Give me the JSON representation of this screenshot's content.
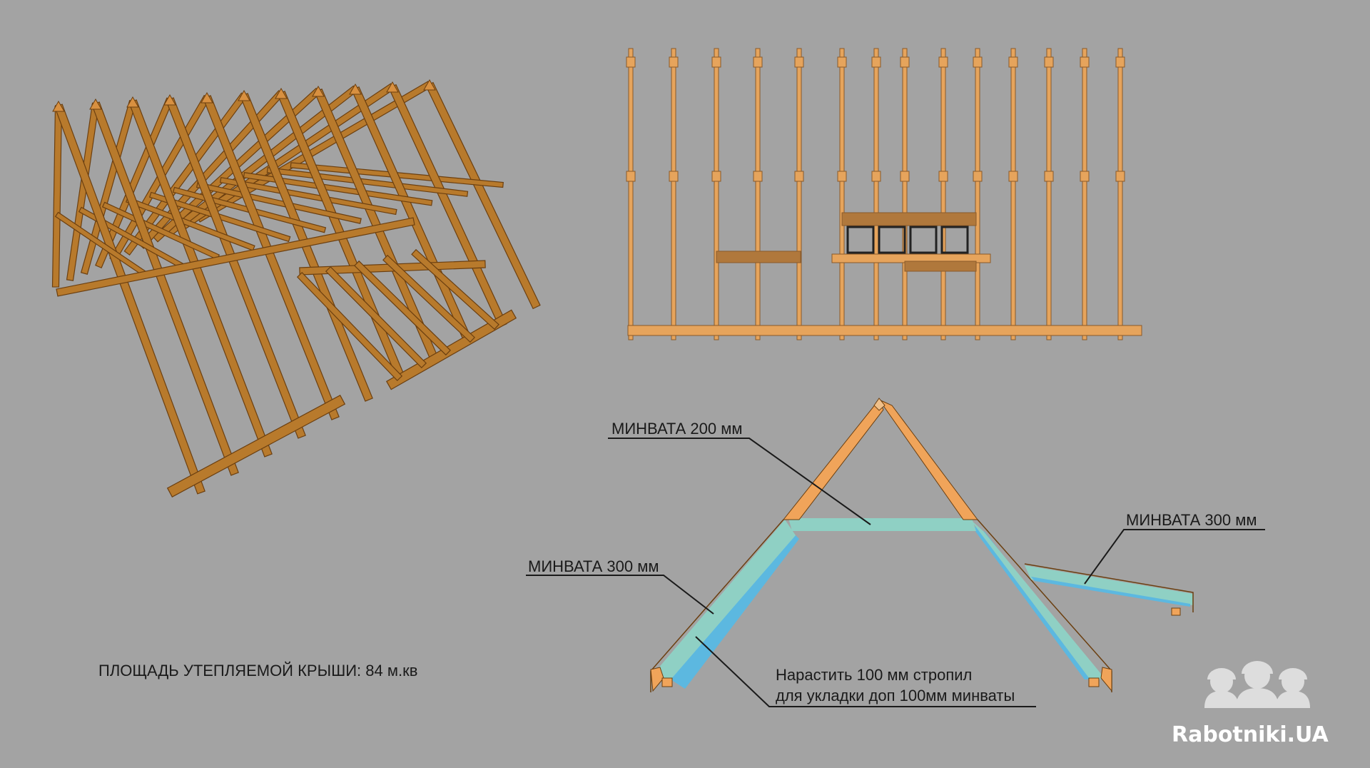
{
  "colors": {
    "background": "#a3a3a3",
    "rafter_3d": "#b87a2c",
    "rafter_3d_edge": "#6b3f10",
    "rafter_section": "#f0a45a",
    "insulation": "#8fd0c4",
    "insulation_extra": "#5cb8e0",
    "plan_beam": "#e6a45c",
    "plan_beam_dark": "#8a5a2a"
  },
  "labels": {
    "minvata_200": "МИНВАТА 200 мм",
    "minvata_300_left": "МИНВАТА 300 мм",
    "minvata_300_right": "МИНВАТА 300 мм",
    "extend_note_line1": "Нарастить 100 мм стропил",
    "extend_note_line2": "для укладки доп 100мм минваты",
    "area": "ПЛОЩАДЬ УТЕПЛЯЕМОЙ КРЫШИ: 84 м.кв"
  },
  "watermark": {
    "text": "Rabotniki.UA",
    "icon": "workers-helmet-icon"
  },
  "figures": {
    "view_3d": "rafter-frame-3d",
    "plan_view": "rafter-plan-view",
    "section_view": "roof-section-insulation"
  }
}
